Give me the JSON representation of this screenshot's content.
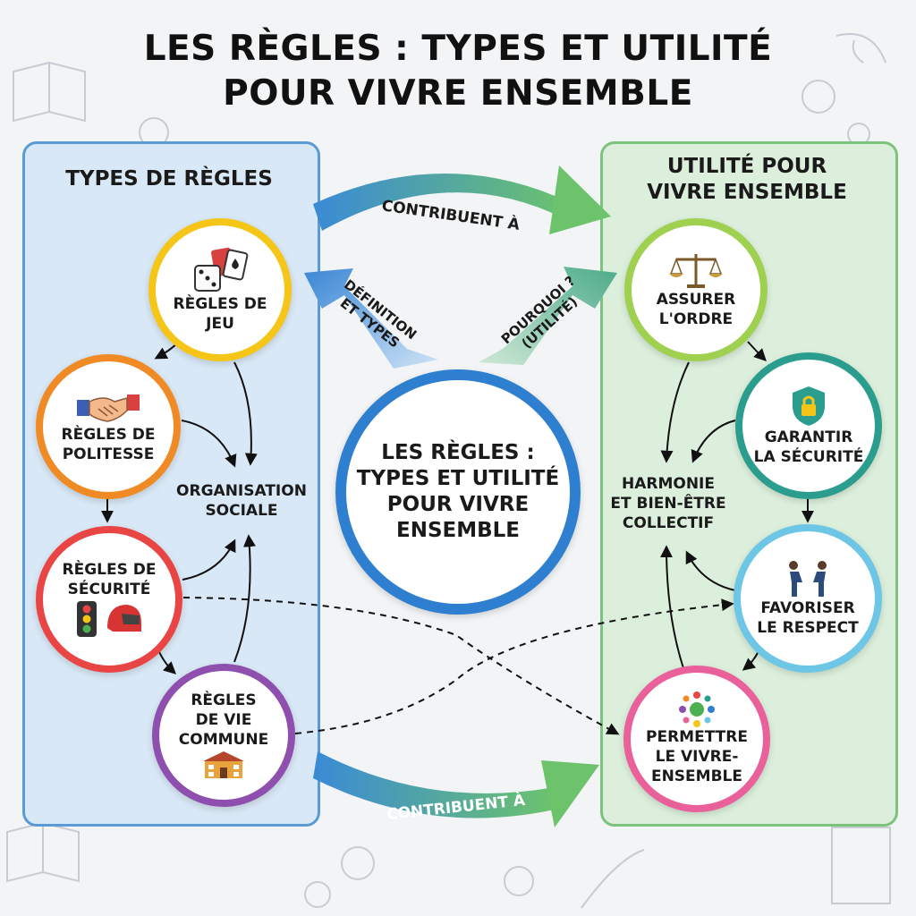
{
  "title": "LES RÈGLES : TYPES ET UTILITÉ\nPOUR VIVRE ENSEMBLE",
  "left_panel": {
    "title": "TYPES DE RÈGLES",
    "nodes": [
      {
        "label": "RÈGLES DE\nJEU",
        "color": "#f5c518",
        "icon": "dice-cards-icon"
      },
      {
        "label": "RÈGLES DE\nPOLITESSE",
        "color": "#f08a24",
        "icon": "handshake-icon"
      },
      {
        "label": "RÈGLES DE\nSÉCURITÉ",
        "color": "#e94545",
        "icon": "traffic-light-helmet-icon"
      },
      {
        "label": "RÈGLES\nDE VIE\nCOMMUNE",
        "color": "#8e4fae",
        "icon": "school-building-icon"
      }
    ],
    "hub": "ORGANISATION\nSOCIALE"
  },
  "right_panel": {
    "title": "UTILITÉ POUR\nVIVRE ENSEMBLE",
    "nodes": [
      {
        "label": "ASSURER\nL'ORDRE",
        "color": "#9fd04f",
        "icon": "scales-icon"
      },
      {
        "label": "GARANTIR\nLA SÉCURITÉ",
        "color": "#2a9d8f",
        "icon": "shield-lock-icon"
      },
      {
        "label": "FAVORISER\nLE RESPECT",
        "color": "#6ec6e6",
        "icon": "bowing-people-icon"
      },
      {
        "label": "PERMETTRE\nLE VIVRE-\nENSEMBLE",
        "color": "#e9609a",
        "icon": "community-icon"
      }
    ],
    "hub": "HARMONIE\nET BIEN-ÊTRE\nCOLLECTIF"
  },
  "center": {
    "label": "LES RÈGLES :\nTYPES ET UTILITÉ\nPOUR VIVRE\nENSEMBLE",
    "color": "#2f7fd0"
  },
  "arrows": {
    "top": "CONTRIBUENT À",
    "bottom": "CONTRIBUENT À",
    "left_diag": "DÉFINITION\nET TYPES",
    "right_diag": "POURQUOI ?\n(UTILITÉ)"
  }
}
